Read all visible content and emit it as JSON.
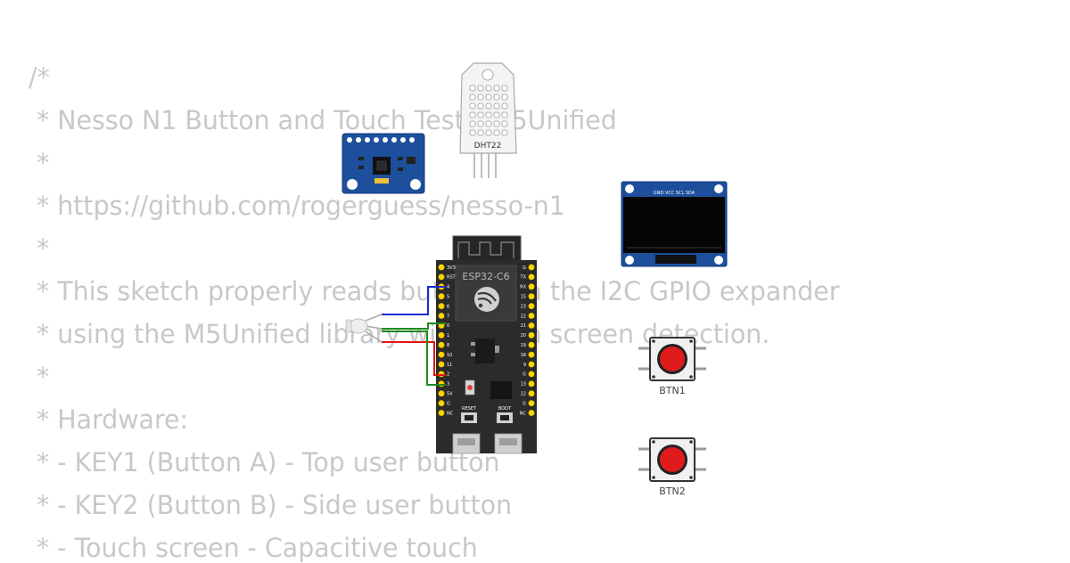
{
  "code_comment": [
    "/*",
    " * Nesso N1 Button and Touch Test - M5Unified",
    " *",
    " * https://github.com/rogerguess/nesso-n1",
    " *",
    " * This sketch properly reads buttons via the I2C GPIO expander",
    " * using the M5Unified library with touch screen detection.",
    " *",
    " * Hardware:",
    " * - KEY1 (Button A) - Top user button",
    " * - KEY2 (Button B) - Side user button",
    " * - Touch screen - Capacitive touch"
  ],
  "board": {
    "name": "ESP32-C6",
    "reset_label": "RESET",
    "boot_label": "BOOT",
    "left_pins": [
      "3V3",
      "RST",
      "4",
      "5",
      "6",
      "7",
      "0",
      "1",
      "8",
      "10",
      "11",
      "2",
      "3",
      "5V",
      "G",
      "NC"
    ],
    "right_pins": [
      "G",
      "TX",
      "RX",
      "15",
      "23",
      "22",
      "21",
      "20",
      "19",
      "18",
      "9",
      "G",
      "13",
      "12",
      "G",
      "NC"
    ]
  },
  "dht22": {
    "label": "DHT22"
  },
  "oled": {
    "pin_header": "GND VCC SCL SDA"
  },
  "buttons": [
    {
      "label": "BTN1"
    },
    {
      "label": "BTN2"
    }
  ],
  "colors": {
    "board": "#2b2b2b",
    "pin_pad": "#ffd200",
    "module_blue": "#1d4f9c",
    "button_cap": "#e01b1b",
    "wire_blue": "#1a2bd0",
    "wire_green": "#1f8a1f",
    "wire_red": "#e01515"
  }
}
